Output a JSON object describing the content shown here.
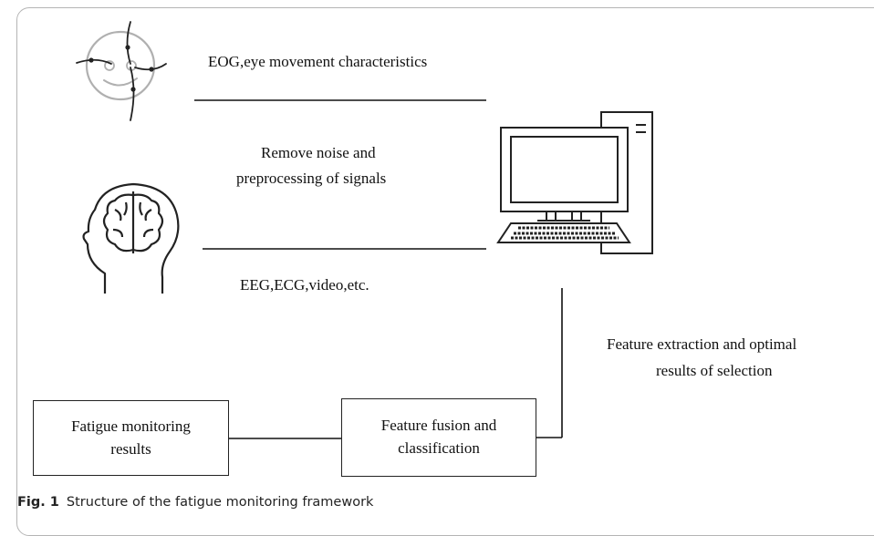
{
  "labels": {
    "eog": "EOG,eye movement characteristics",
    "preprocess_line1": "Remove noise and",
    "preprocess_line2": "preprocessing of signals",
    "eeg": "EEG,ECG,video,etc.",
    "feature_extraction_line1": "Feature extraction and  optimal",
    "feature_extraction_line2": "results of selection"
  },
  "boxes": {
    "fatigue_results_line1": "Fatigue monitoring",
    "fatigue_results_line2": "results",
    "fusion_line1": "Feature fusion and",
    "fusion_line2": "classification"
  },
  "caption": {
    "prefix": "Fig. 1",
    "text": "Structure of the fatigue monitoring framework"
  },
  "icons": [
    "eye-tracking-face-icon",
    "brain-head-icon",
    "computer-icon"
  ]
}
